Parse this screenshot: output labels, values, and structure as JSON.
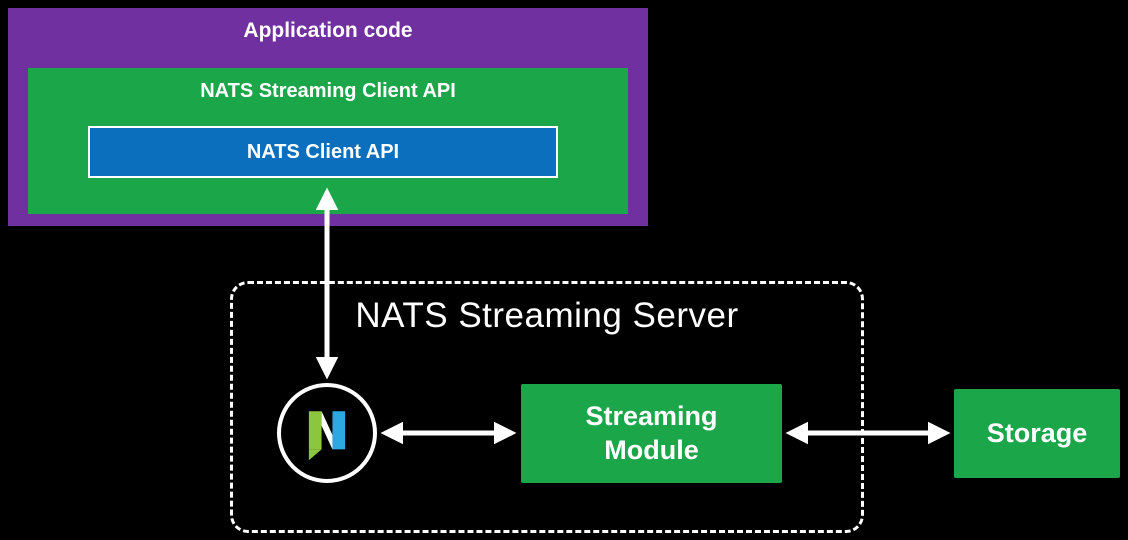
{
  "diagram": {
    "application_code": {
      "label": "Application code"
    },
    "nats_streaming_client_api": {
      "label": "NATS Streaming Client API"
    },
    "nats_client_api": {
      "label": "NATS Client API"
    },
    "nats_streaming_server": {
      "label": "NATS Streaming Server"
    },
    "streaming_module": {
      "label": "Streaming\nModule"
    },
    "storage": {
      "label": "Storage"
    }
  },
  "icons": {
    "nats_logo": "nats-logo-icon"
  },
  "colors": {
    "background": "#000000",
    "application_code_purple": "#7030A0",
    "node_green": "#1CA64A",
    "client_api_blue": "#0B6FBD",
    "line_white": "#FFFFFF",
    "logo_green": "#8CC63E",
    "logo_blue": "#2BA9E0"
  }
}
